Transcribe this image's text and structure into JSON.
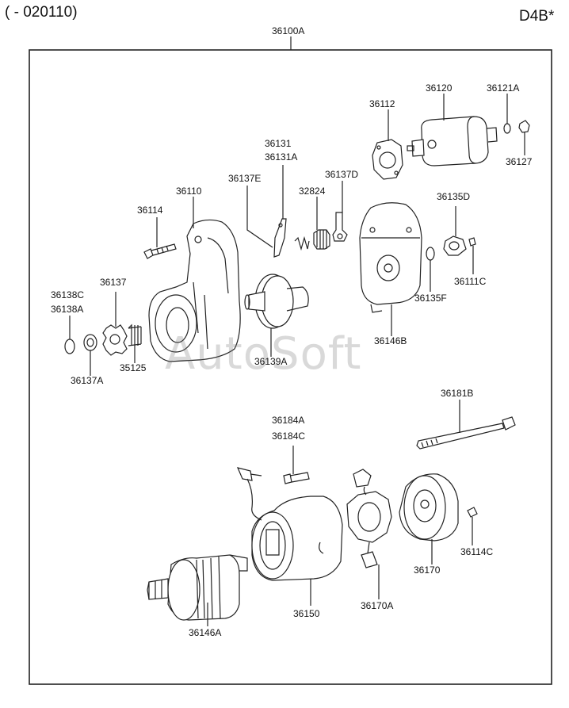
{
  "header": {
    "date_range": "( - 020110)",
    "engine_code": "D4B*"
  },
  "watermark": "AutoSoft",
  "assembly": {
    "part_no": "36100A"
  },
  "parts": {
    "p36120": "36120",
    "p36121A": "36121A",
    "p36112": "36112",
    "p36127": "36127",
    "p36131": "36131",
    "p36131A": "36131A",
    "p36137E": "36137E",
    "p36137D": "36137D",
    "p36110": "36110",
    "p32824": "32824",
    "p36135D": "36135D",
    "p36114": "36114",
    "p36111C": "36111C",
    "p36137": "36137",
    "p36138C": "36138C",
    "p36138A": "36138A",
    "p36135F": "36135F",
    "p36146B": "36146B",
    "p36139A": "36139A",
    "p35125": "35125",
    "p36137A": "36137A",
    "p36181B": "36181B",
    "p36184A": "36184A",
    "p36184C": "36184C",
    "p36114C": "36114C",
    "p36170": "36170",
    "p36146A": "36146A",
    "p36150": "36150",
    "p36170A": "36170A"
  }
}
